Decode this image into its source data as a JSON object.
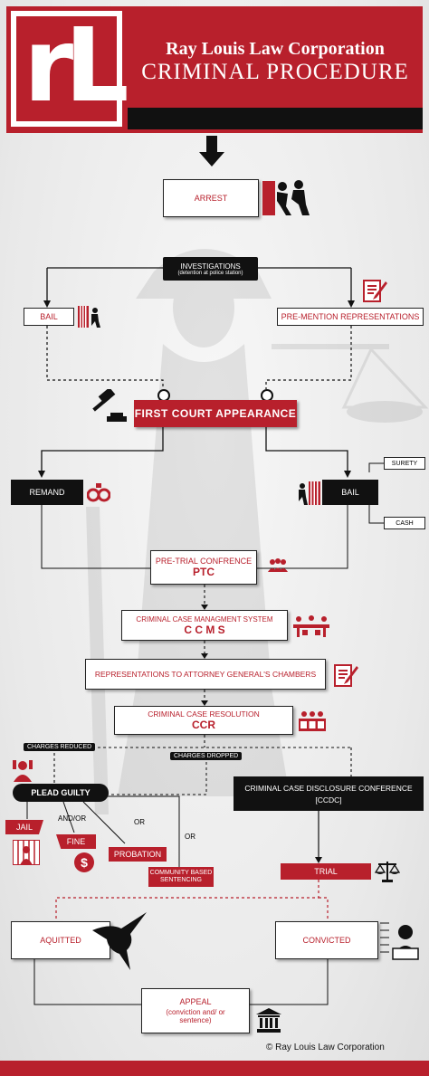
{
  "header": {
    "logo_text": "rL",
    "firm": "Ray Louis Law Corporation",
    "title": "CRIMINAL PROCEDURE"
  },
  "nodes": {
    "arrest": "ARREST",
    "investigations": "INVESTIGATIONS",
    "investigations_sub": "(detention at police station)",
    "bail_top": "BAIL",
    "pre_mention": "PRE-MENTION REPRESENTATIONS",
    "first_court": "FIRST COURT APPEARANCE",
    "remand": "REMAND",
    "bail_mid": "BAIL",
    "surety": "SURETY",
    "cash": "CASH",
    "ptc_title": "PRE-TRIAL CONFRENCE",
    "ptc": "PTC",
    "ccms_title": "CRIMINAL CASE MANAGMENT SYSTEM",
    "ccms": "C C M S",
    "agc": "REPRESENTATIONS TO ATTORNEY GENERAL'S CHAMBERS",
    "ccr_title": "CRIMINAL CASE RESOLUTION",
    "ccr": "CCR",
    "charges_reduced": "CHARGES REDUCED",
    "charges_dropped": "CHARGES DROPPED",
    "plead_guilty": "PLEAD GUILTY",
    "and_or": "AND/OR",
    "or1": "OR",
    "or2": "OR",
    "jail": "JAIL",
    "fine": "FINE",
    "probation": "PROBATION",
    "community": "COMMUNITY BASED SENTENCING",
    "cccdc_title": "CRIMINAL CASE DISCLOSURE CONFERENCE",
    "cccdc": "[CCDC]",
    "trial": "TRIAL",
    "aquitted": "AQUITTED",
    "convicted": "CONVICTED",
    "appeal": "APPEAL",
    "appeal_sub": "(conviction and/ or sentence)"
  },
  "footer": {
    "copyright": "© Ray Louis Law Corporation"
  },
  "colors": {
    "accent": "#b8202c",
    "dark": "#111111",
    "background": "#ececec"
  }
}
